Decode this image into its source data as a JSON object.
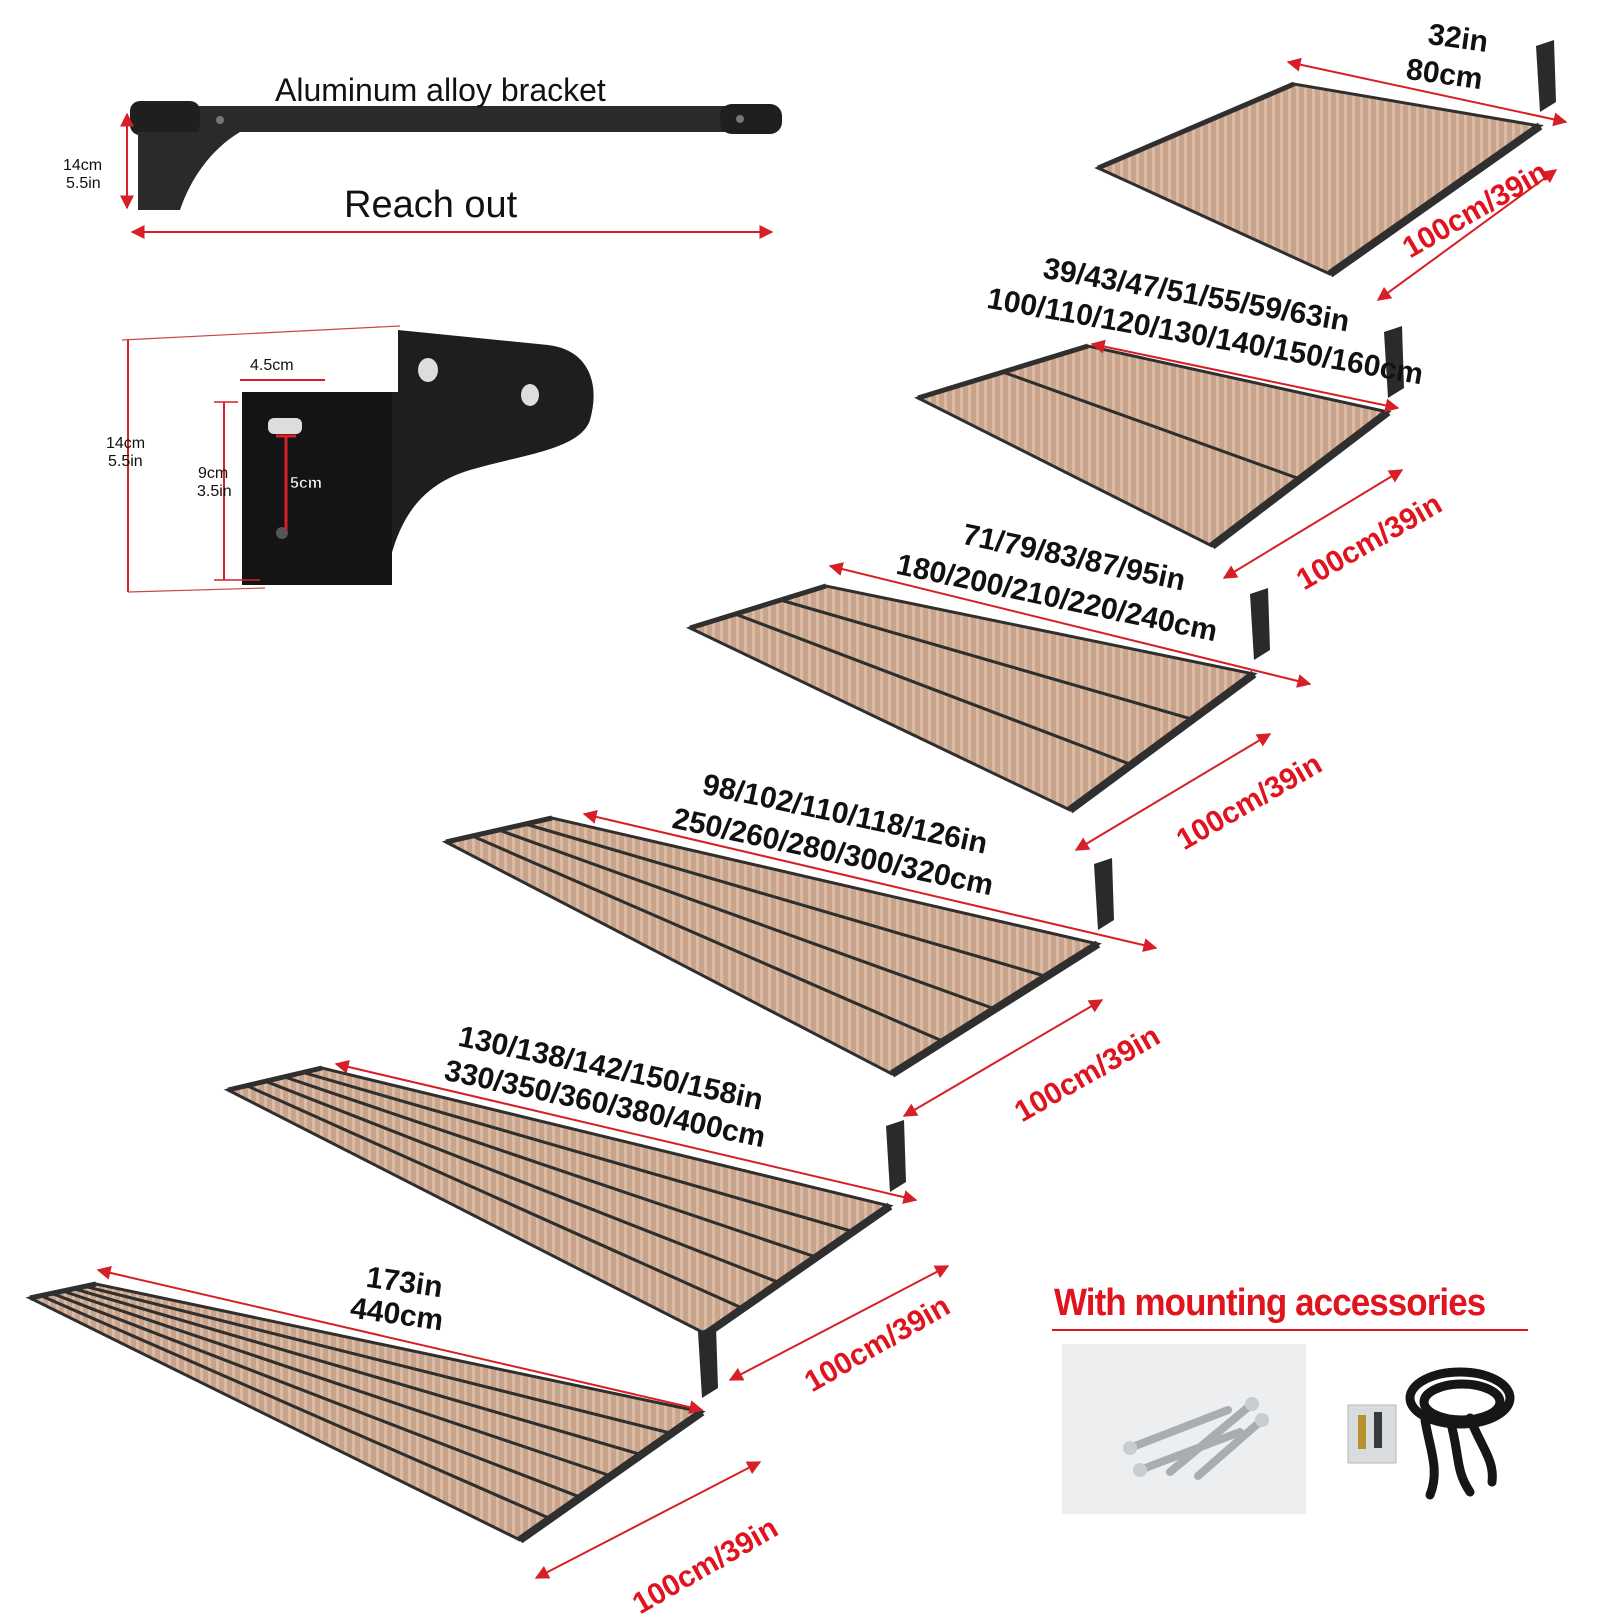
{
  "colors": {
    "frame": "#2f2f2f",
    "glass": "#c9a48c",
    "glass_dark": "#a9846c",
    "arrow": "#d61f26",
    "accent_text": "#e0141e",
    "bracket": "#2a2a2a"
  },
  "bracket": {
    "title": "Aluminum alloy bracket",
    "height_cm": "14cm",
    "height_in": "5.5in",
    "reach": "Reach out"
  },
  "plate": {
    "width": "4.5cm",
    "height_cm": "14cm",
    "height_in": "5.5in",
    "inner_cm": "9cm",
    "inner_in": "3.5in",
    "slot": "5cm"
  },
  "canopies": [
    {
      "panels": 1,
      "width_in": "32in",
      "width_cm": "80cm",
      "depth": "100cm/39in"
    },
    {
      "panels": 2,
      "width_in": "39/43/47/51/55/59/63in",
      "width_cm": "100/110/120/130/140/150/160cm",
      "depth": "100cm/39in"
    },
    {
      "panels": 3,
      "width_in": "71/79/83/87/95in",
      "width_cm": "180/200/210/220/240cm",
      "depth": "100cm/39in"
    },
    {
      "panels": 4,
      "width_in": "98/102/110/118/126in",
      "width_cm": "250/260/280/300/320cm",
      "depth": "100cm/39in"
    },
    {
      "panels": 5,
      "width_in": "130/138/142/150/158in",
      "width_cm": "330/350/360/380/400cm",
      "depth": "100cm/39in"
    },
    {
      "panels": 6,
      "width_in": "173in",
      "width_cm": "440cm",
      "depth": "100cm/39in"
    }
  ],
  "accessories": {
    "title": "With mounting accessories",
    "items": [
      "expansion-bolts-icon",
      "sealing-strip-icon"
    ]
  }
}
